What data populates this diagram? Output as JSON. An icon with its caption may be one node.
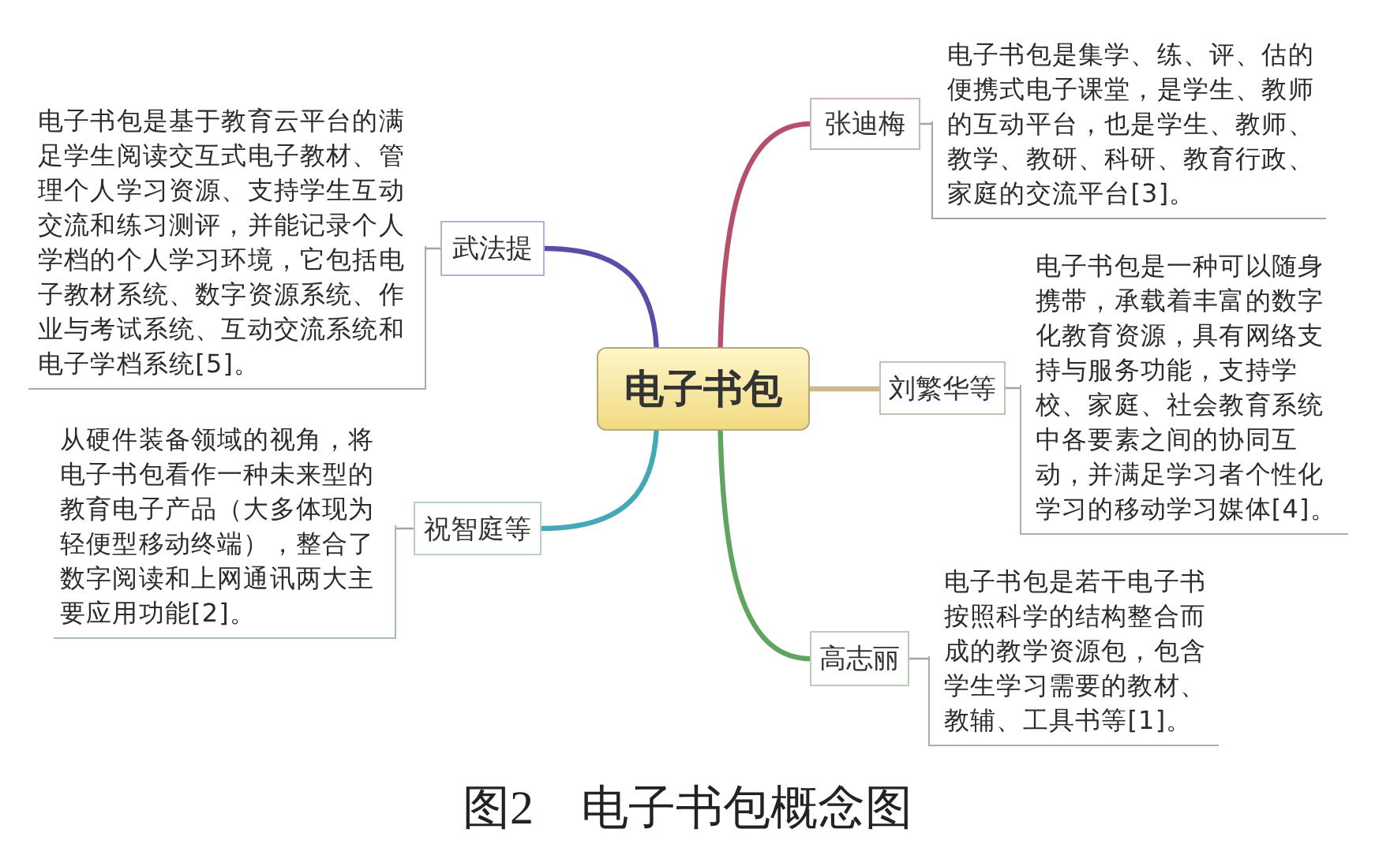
{
  "diagram": {
    "caption": "图2　电子书包概念图",
    "nodes": [
      {
        "text": [
          "电子书包"
        ]
      },
      {
        "text": [
          "张迪梅"
        ]
      },
      {
        "text": [
          "电子书包是集学、练、评、估的便携式电子课堂，是学生、教师的互动平台，也是学生、教师、教学、教研、科研、教育行政、家庭的交流平台[3]。"
        ]
      },
      {
        "text": [
          "刘繁华等"
        ]
      },
      {
        "text": [
          "电子书包是一种可以随身携带，承载着丰富的数字化教育资源，具有网络支持与服务功能，支持学校、家庭、社会教育系统中各要素之间的协同互动，并满足学习者个性化学习的移动学习媒体[4]。"
        ]
      },
      {
        "text": [
          "高志丽"
        ]
      },
      {
        "text": [
          "电子书包是若干电子书按照科学的结构整合而成的教学资源包，包含学生学习需要的教材、教辅、工具书等[1]。"
        ]
      },
      {
        "text": [
          "武法提"
        ]
      },
      {
        "text": [
          "电子书包是基于教育云平台的满足学生阅读交互式电子教材、管理个人学习资源、支持学生互动交流和练习测评，并能记录个人学档的个人学习环境，它包括电子教材系统、数字资源系统、作业与考试系统、互动交流系统和电子学档系统[5]。"
        ]
      },
      {
        "text": [
          "祝智庭等"
        ]
      },
      {
        "text": [
          "从硬件装备领域的视角，将电子书包看作一种未来型的教育电子产品（大多体现为轻便型移动终端），整合了数字阅读和上网通讯两大主要应用功能[2]。"
        ]
      }
    ],
    "edges": [
      {
        "from": 0,
        "to": 1,
        "arrow": "none",
        "style": "thick",
        "color": "#b5506a"
      },
      {
        "from": 1,
        "to": 2,
        "arrow": "none"
      },
      {
        "from": 0,
        "to": 3,
        "arrow": "none",
        "style": "thick",
        "color": "#c9b98e"
      },
      {
        "from": 3,
        "to": 4,
        "arrow": "none"
      },
      {
        "from": 0,
        "to": 5,
        "arrow": "none",
        "style": "thick",
        "color": "#5fa55f"
      },
      {
        "from": 5,
        "to": 6,
        "arrow": "none"
      },
      {
        "from": 0,
        "to": 7,
        "arrow": "none",
        "style": "thick",
        "color": "#5a4ca8"
      },
      {
        "from": 7,
        "to": 8,
        "arrow": "none"
      },
      {
        "from": 0,
        "to": 9,
        "arrow": "none",
        "style": "thick",
        "color": "#45a7b8"
      },
      {
        "from": 9,
        "to": 10,
        "arrow": "none"
      }
    ]
  }
}
